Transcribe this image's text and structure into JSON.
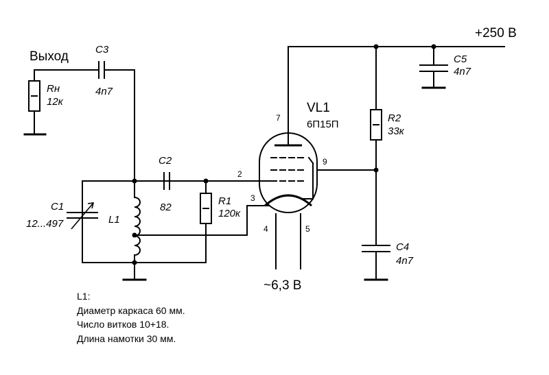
{
  "labels": {
    "output": "Выход",
    "supply": "+250 В",
    "heater": "~6,3 В",
    "tube_ref": "VL1",
    "tube_type": "6П15П"
  },
  "components": {
    "c1": {
      "ref": "C1",
      "value": "12...497"
    },
    "c2": {
      "ref": "C2",
      "value": "82"
    },
    "c3": {
      "ref": "C3",
      "value": "4n7"
    },
    "c4": {
      "ref": "C4",
      "value": "4n7"
    },
    "c5": {
      "ref": "C5",
      "value": "4n7"
    },
    "r1": {
      "ref": "R1",
      "value": "120к"
    },
    "r2": {
      "ref": "R2",
      "value": "33к"
    },
    "rn": {
      "ref": "Rн",
      "value": "12к"
    },
    "l1": {
      "ref": "L1"
    }
  },
  "pins": {
    "anode": "7",
    "screen": "9",
    "grid": "2",
    "cathode": "3",
    "heater_a": "4",
    "heater_b": "5"
  },
  "notes": {
    "title": "L1:",
    "line1": "Диаметр каркаса 60 мм.",
    "line2": "Число витков 10+18.",
    "line3": "Длина намотки 30 мм."
  }
}
